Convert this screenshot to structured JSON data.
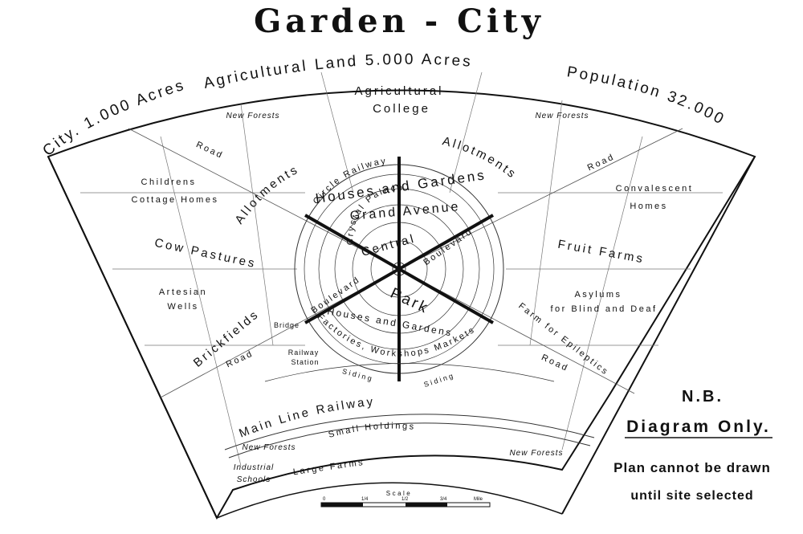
{
  "title": "Garden - City",
  "arc_header": {
    "left": "City. 1.000 Acres",
    "center": "Agricultural Land 5.000 Acres",
    "right": "Population 32.000"
  },
  "labels": {
    "agricultural_college_1": "Agricultural",
    "agricultural_college_2": "College",
    "new_forests_left": "New Forests",
    "new_forests_right": "New Forests",
    "road_nw": "Road",
    "road_ne": "Road",
    "road_sw": "Road",
    "road_se": "Road",
    "childrens_1": "Childrens",
    "childrens_2": "Cottage Homes",
    "convalescent_1": "Convalescent",
    "convalescent_2": "Homes",
    "allotments_left": "Allotments",
    "allotments_right": "Allotments",
    "cow_pastures": "Cow Pastures",
    "fruit_farms": "Fruit Farms",
    "artesian_1": "Artesian",
    "artesian_2": "Wells",
    "asylums_1": "Asylums",
    "asylums_2": "for Blind and Deaf",
    "brickfields": "Brickfields",
    "farm_epileptics": "Farm for Epileptics",
    "bridge": "Bridge",
    "railway_station_1": "Railway",
    "railway_station_2": "Station",
    "circle_railway": "Circle Railway",
    "houses_gardens_top": "Houses and Gardens",
    "grand_avenue": "Grand Avenue",
    "crystal_palace": "Crystal Palace",
    "central": "Central",
    "park": "Park",
    "boulevard_left": "Boulevard",
    "boulevard_right": "Boulevard",
    "houses_gardens_bottom": "Houses and Gardens",
    "factories": "Factories, Workshops Markets",
    "siding_left": "Siding",
    "siding_right": "Siding",
    "main_line_railway": "Main Line Railway",
    "small_holdings": "Small Holdings",
    "new_forests_bl": "New Forests",
    "new_forests_br": "New Forests",
    "industrial_1": "Industrial",
    "industrial_2": "Schools",
    "large_farms": "Large Farms",
    "scale": "Scale",
    "scale_ticks": [
      "0",
      "1/4",
      "1/2",
      "3/4",
      "Mile"
    ]
  },
  "note": {
    "nb": "N.B.",
    "line1": "Diagram Only.",
    "line2": "Plan cannot be drawn",
    "line3": "until site selected"
  }
}
